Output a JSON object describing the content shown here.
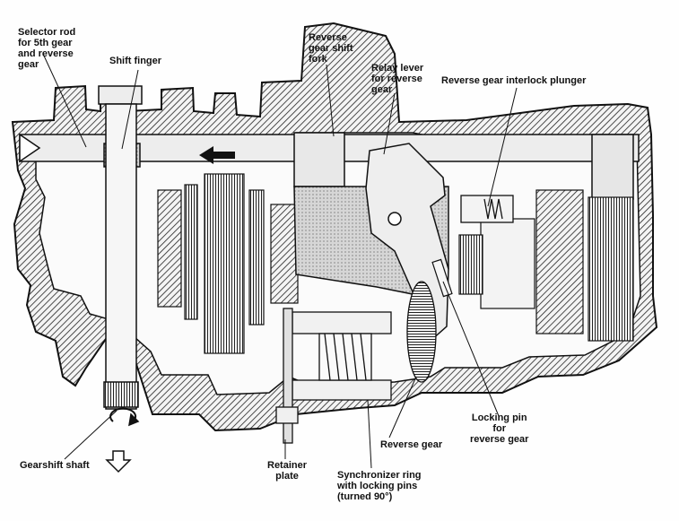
{
  "labels": {
    "selector_rod": [
      "Selector rod",
      "for 5th gear",
      "and reverse",
      "gear"
    ],
    "shift_finger": [
      "Shift finger"
    ],
    "reverse_fork": [
      "Reverse",
      "gear shift",
      "fork"
    ],
    "relay_lever": [
      "Relay lever",
      "for reverse",
      "gear"
    ],
    "interlock_plunger": [
      "Reverse gear interlock plunger"
    ],
    "locking_pin": [
      "Locking pin",
      "for",
      "reverse gear"
    ],
    "reverse_gear": [
      "Reverse gear"
    ],
    "gearshift_shaft": [
      "Gearshift shaft"
    ],
    "retainer_plate": [
      "Retainer",
      "plate"
    ],
    "synchronizer_ring": [
      "Synchronizer ring",
      "with locking pins",
      "(turned 90°)"
    ]
  },
  "colors": {
    "ink": "#111111",
    "hatch": "#222222",
    "casting": "#f2f2f2",
    "shaded": "#c9c9c9",
    "paper": "#fefefe"
  },
  "icons": {
    "direction_arrow": "left-arrow-icon",
    "down_arrow": "down-outline-arrow-icon",
    "rotation_arrow": "rotation-arrow-icon"
  }
}
